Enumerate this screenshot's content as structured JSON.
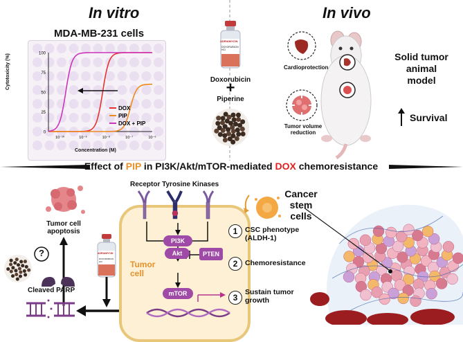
{
  "header": {
    "in_vitro": "In vitro",
    "in_vivo": "In vivo"
  },
  "chart_data": {
    "type": "line",
    "title": "MDA-MB-231 cells",
    "xlabel": "Concentration (M)",
    "ylabel": "Cytotoxicity (%)",
    "x_scale": "log",
    "x_ticks": [
      "10⁻¹⁰",
      "10⁻⁹",
      "10⁻⁸",
      "10⁻⁷",
      "10⁻⁶"
    ],
    "y_ticks": [
      0,
      25,
      50,
      75,
      100
    ],
    "xlim_log10": [
      -10.5,
      -6
    ],
    "ylim": [
      0,
      100
    ],
    "legend_position": "bottom-right",
    "series": [
      {
        "name": "DOX",
        "color": "#e83030",
        "ec50_log10": -8.15,
        "max": 100
      },
      {
        "name": "PIP",
        "color": "#ee8a1c",
        "ec50_log10": -6.95,
        "max": 60
      },
      {
        "name": "DOX + PIP",
        "color": "#cc33bb",
        "ec50_log10": -9.75,
        "max": 100
      }
    ]
  },
  "drugs": {
    "vial_brand": "ADRIAMYCIN",
    "vial_sub": "DOXORUBICIN HCl",
    "doxorubicin": "Doxorubicin",
    "plus": "+",
    "piperine": "Piperine"
  },
  "invivo": {
    "cardio": "Cardioprotection",
    "tumor_reduction": "Tumor volume reduction",
    "model": "Solid tumor animal model",
    "survival": "Survival"
  },
  "banner": {
    "prefix": "Effect of ",
    "pip": "PIP",
    "middle": " in PI3K/Akt/mTOR-mediated ",
    "dox": "DOX",
    "suffix": " chemoresistance"
  },
  "pathway": {
    "apoptosis": "Tumor cell apoptosis",
    "question": "?",
    "cleaved_parp": "Cleaved PARP",
    "rtk": "Receptor Tyrosine Kinases",
    "tumor_cell": "Tumor cell",
    "pi3k": "PI3K",
    "akt": "Akt",
    "mtor": "mTOR",
    "pten": "PTEN"
  },
  "outcomes": [
    {
      "num": "1",
      "text": "CSC phenotype (ALDH-1)"
    },
    {
      "num": "2",
      "text": "Chemoresistance"
    },
    {
      "num": "3",
      "text": "Sustain tumor growth"
    }
  ],
  "csc": {
    "label": "Cancer stem cells"
  }
}
